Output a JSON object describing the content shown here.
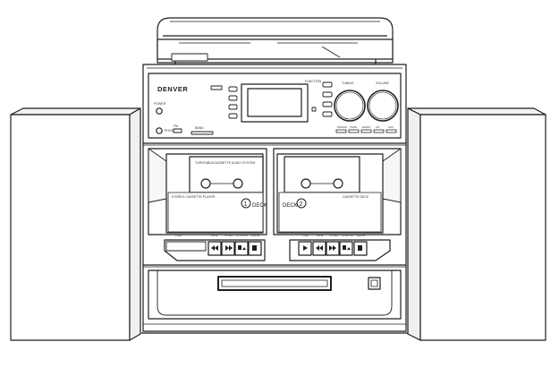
{
  "brand": "DENVER",
  "deck1": {
    "number": "1",
    "label": "DECK",
    "window_text": "TURNTABLE/CASSETTE AUDIO SYSTEM",
    "door_text": "STEREO CASSETTE PLAYER",
    "controls": [
      "PLAY",
      "REW",
      "F.FWD",
      "STOP/EJ",
      "PAUSE"
    ]
  },
  "deck2": {
    "number": "2",
    "label": "DECK",
    "door_text": "CASSETTE DECK",
    "controls": [
      "PLAY",
      "REW",
      "F.FWD",
      "STOP/EJ",
      "PAUSE"
    ]
  },
  "receiver": {
    "knob_left_label": "TUNING",
    "knob_right_label": "VOLUME",
    "small_labels": [
      "POWER",
      "FM",
      "PHONES",
      "BAND",
      "FUNCTION"
    ],
    "function_row": [
      "PHONO",
      "TAPE",
      "RADIO",
      "CD",
      "AUX"
    ]
  },
  "colors": {
    "line": "#1f1f1f",
    "fill": "#ffffff",
    "shade": "#f2f2f2"
  }
}
